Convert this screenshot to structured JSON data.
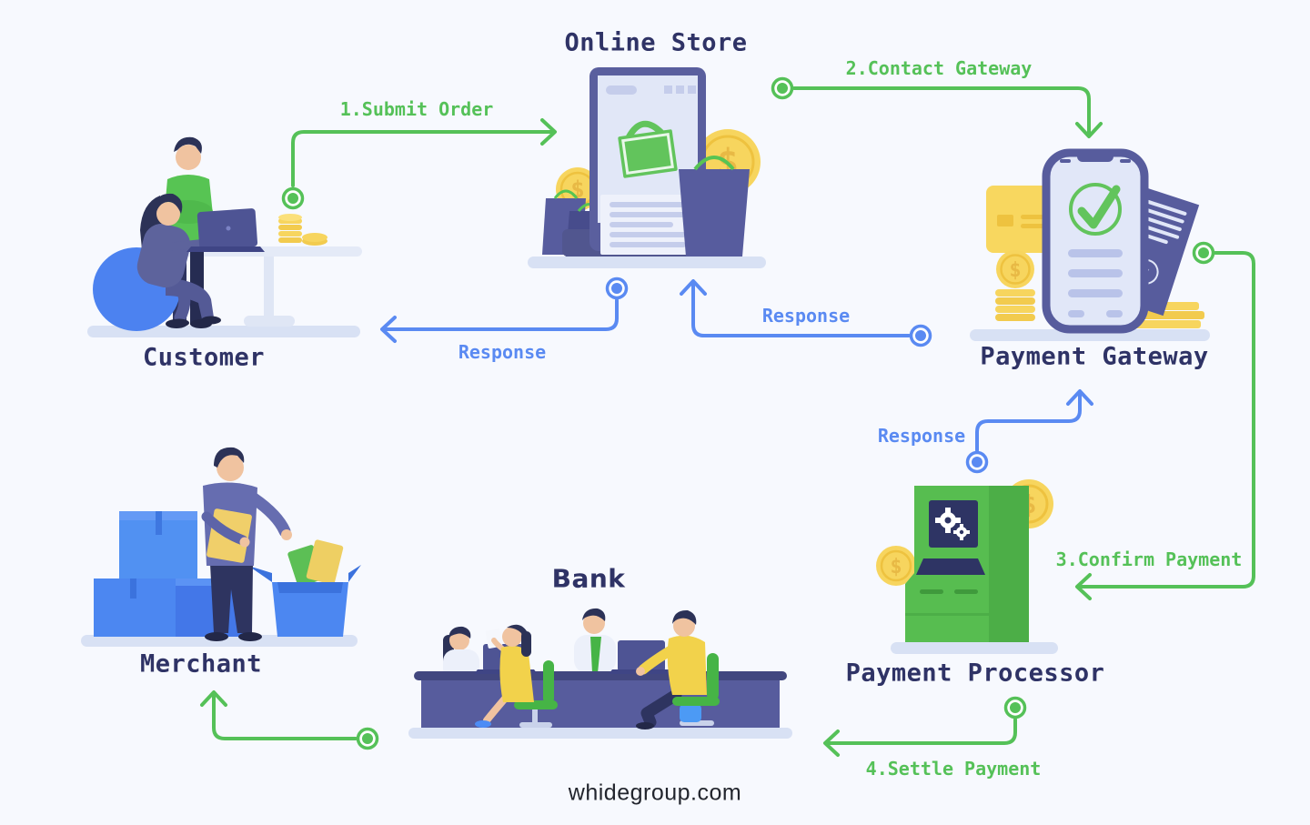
{
  "colors": {
    "bg": "#f7f9fe",
    "green": "#55c158",
    "blue": "#5a8af2",
    "navy": "#2f3366",
    "footer": "#22252d"
  },
  "icons": {
    "dollar_sign": "$"
  },
  "nodes": {
    "customer": {
      "label": "Customer"
    },
    "online_store": {
      "label": "Online Store"
    },
    "payment_gateway": {
      "label": "Payment Gateway"
    },
    "payment_processor": {
      "label": "Payment Processor"
    },
    "bank": {
      "label": "Bank"
    },
    "merchant": {
      "label": "Merchant"
    }
  },
  "flows": {
    "submit_order": {
      "label": "1.Submit Order",
      "from": "Customer",
      "to": "Online Store",
      "color": "green"
    },
    "contact_gateway": {
      "label": "2.Contact Gateway",
      "from": "Online Store",
      "to": "Payment Gateway",
      "color": "green"
    },
    "confirm_payment": {
      "label": "3.Confirm Payment",
      "from": "Payment Gateway",
      "to": "Payment Processor",
      "color": "green"
    },
    "settle_payment": {
      "label": "4.Settle Payment",
      "from": "Payment Processor",
      "to": "Bank",
      "color": "green"
    },
    "bank_to_merchant": {
      "label": "",
      "from": "Bank",
      "to": "Merchant",
      "color": "green"
    },
    "response_to_customer": {
      "label": "Response",
      "from": "Online Store",
      "to": "Customer",
      "color": "blue"
    },
    "response_to_store": {
      "label": "Response",
      "from": "Payment Gateway",
      "to": "Online Store",
      "color": "blue"
    },
    "response_to_gateway": {
      "label": "Response",
      "from": "Payment Processor",
      "to": "Payment Gateway",
      "color": "blue"
    }
  },
  "footer": {
    "text": "whidegroup.com"
  }
}
